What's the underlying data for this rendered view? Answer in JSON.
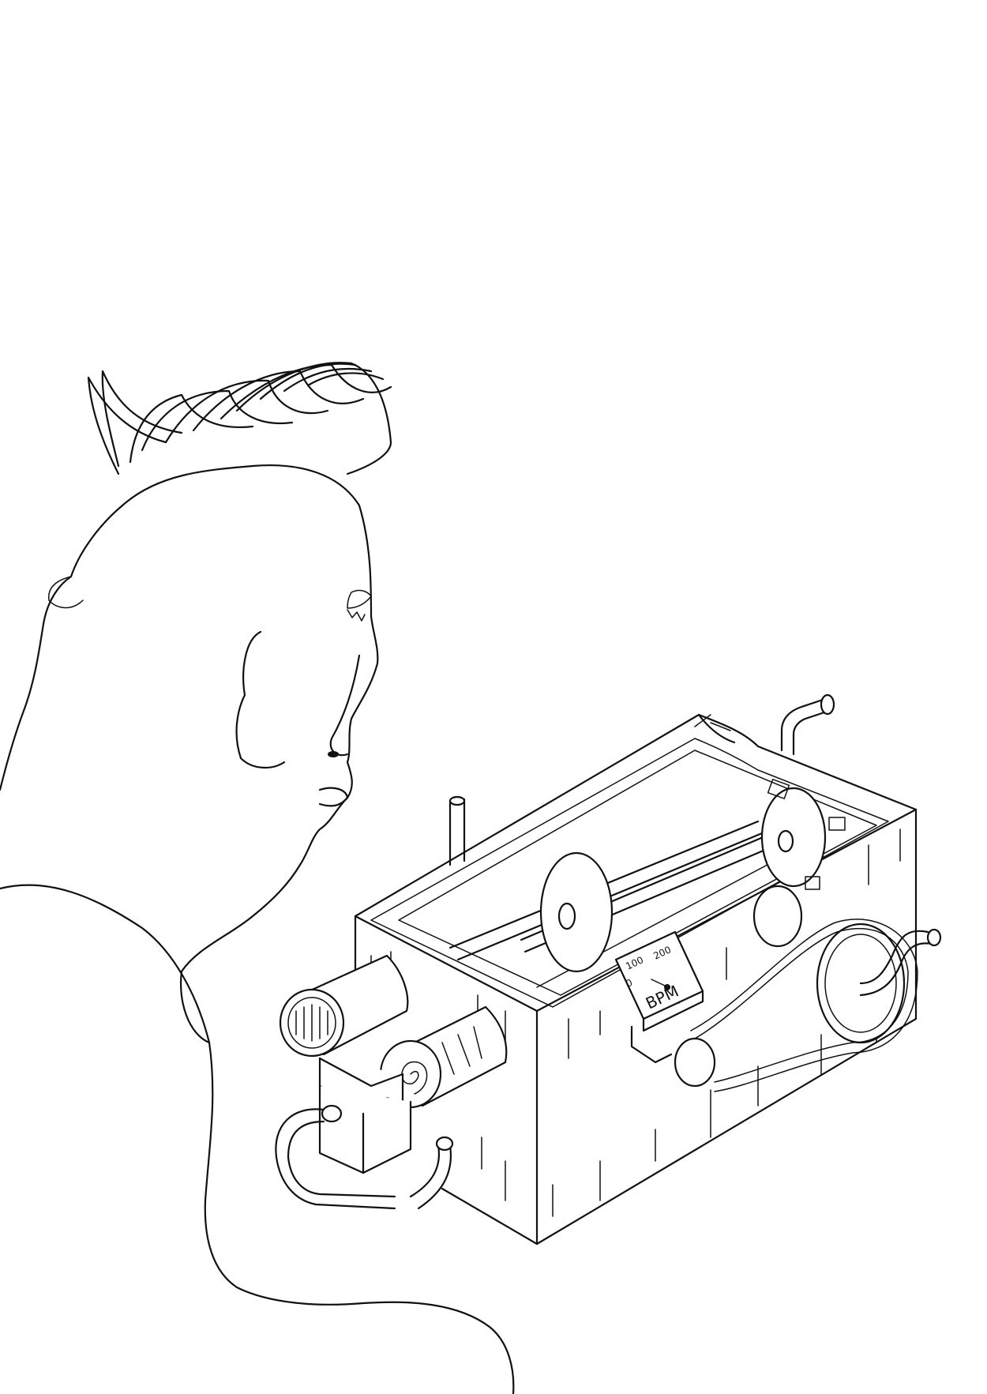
{
  "gauge": {
    "tick_low": "0",
    "tick_mid": "100",
    "tick_high": "200",
    "unit": "BPM"
  },
  "colors": {
    "ink": "#111111",
    "paper": "#ffffff"
  }
}
